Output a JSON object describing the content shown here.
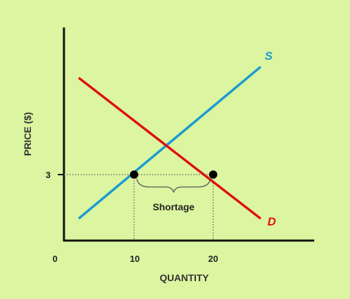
{
  "chart_data": {
    "type": "line",
    "xlabel": "QUANTITY",
    "ylabel": "PRICE ($)",
    "x_ticks": [
      "0",
      "10",
      "20"
    ],
    "y_ticks": [
      "3"
    ],
    "xlim": [
      0,
      35
    ],
    "ylim": [
      0,
      8
    ],
    "grid": false,
    "series": [
      {
        "name": "S",
        "color": "#1a9bd1",
        "x": [
          3,
          26
        ],
        "y": [
          1,
          7.9
        ]
      },
      {
        "name": "D",
        "color": "#e00f12",
        "x": [
          3,
          26
        ],
        "y": [
          7.4,
          1
        ]
      }
    ],
    "points": [
      {
        "x": 10,
        "y": 3
      },
      {
        "x": 20,
        "y": 3
      }
    ],
    "annotation": {
      "text": "Shortage",
      "from": 10,
      "to": 20,
      "at_price": 3
    }
  }
}
